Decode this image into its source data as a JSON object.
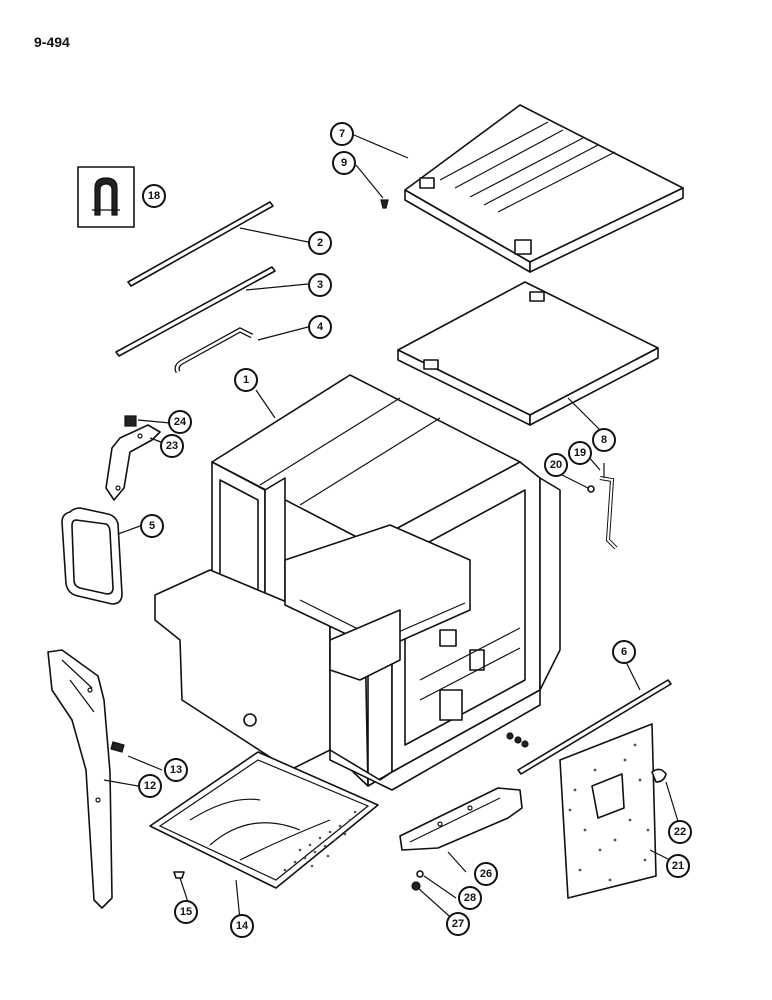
{
  "page_code": "9-494",
  "callouts": [
    {
      "id": "c1",
      "label": "1"
    },
    {
      "id": "c2",
      "label": "2"
    },
    {
      "id": "c3",
      "label": "3"
    },
    {
      "id": "c4",
      "label": "4"
    },
    {
      "id": "c5",
      "label": "5"
    },
    {
      "id": "c6",
      "label": "6"
    },
    {
      "id": "c7",
      "label": "7"
    },
    {
      "id": "c8",
      "label": "8"
    },
    {
      "id": "c9",
      "label": "9"
    },
    {
      "id": "c12",
      "label": "12"
    },
    {
      "id": "c13",
      "label": "13"
    },
    {
      "id": "c14",
      "label": "14"
    },
    {
      "id": "c15",
      "label": "15"
    },
    {
      "id": "c18",
      "label": "18"
    },
    {
      "id": "c19",
      "label": "19"
    },
    {
      "id": "c20",
      "label": "20"
    },
    {
      "id": "c21",
      "label": "21"
    },
    {
      "id": "c22",
      "label": "22"
    },
    {
      "id": "c23",
      "label": "23"
    },
    {
      "id": "c24",
      "label": "24"
    },
    {
      "id": "c26",
      "label": "26"
    },
    {
      "id": "c27",
      "label": "27"
    },
    {
      "id": "c28",
      "label": "28"
    }
  ]
}
